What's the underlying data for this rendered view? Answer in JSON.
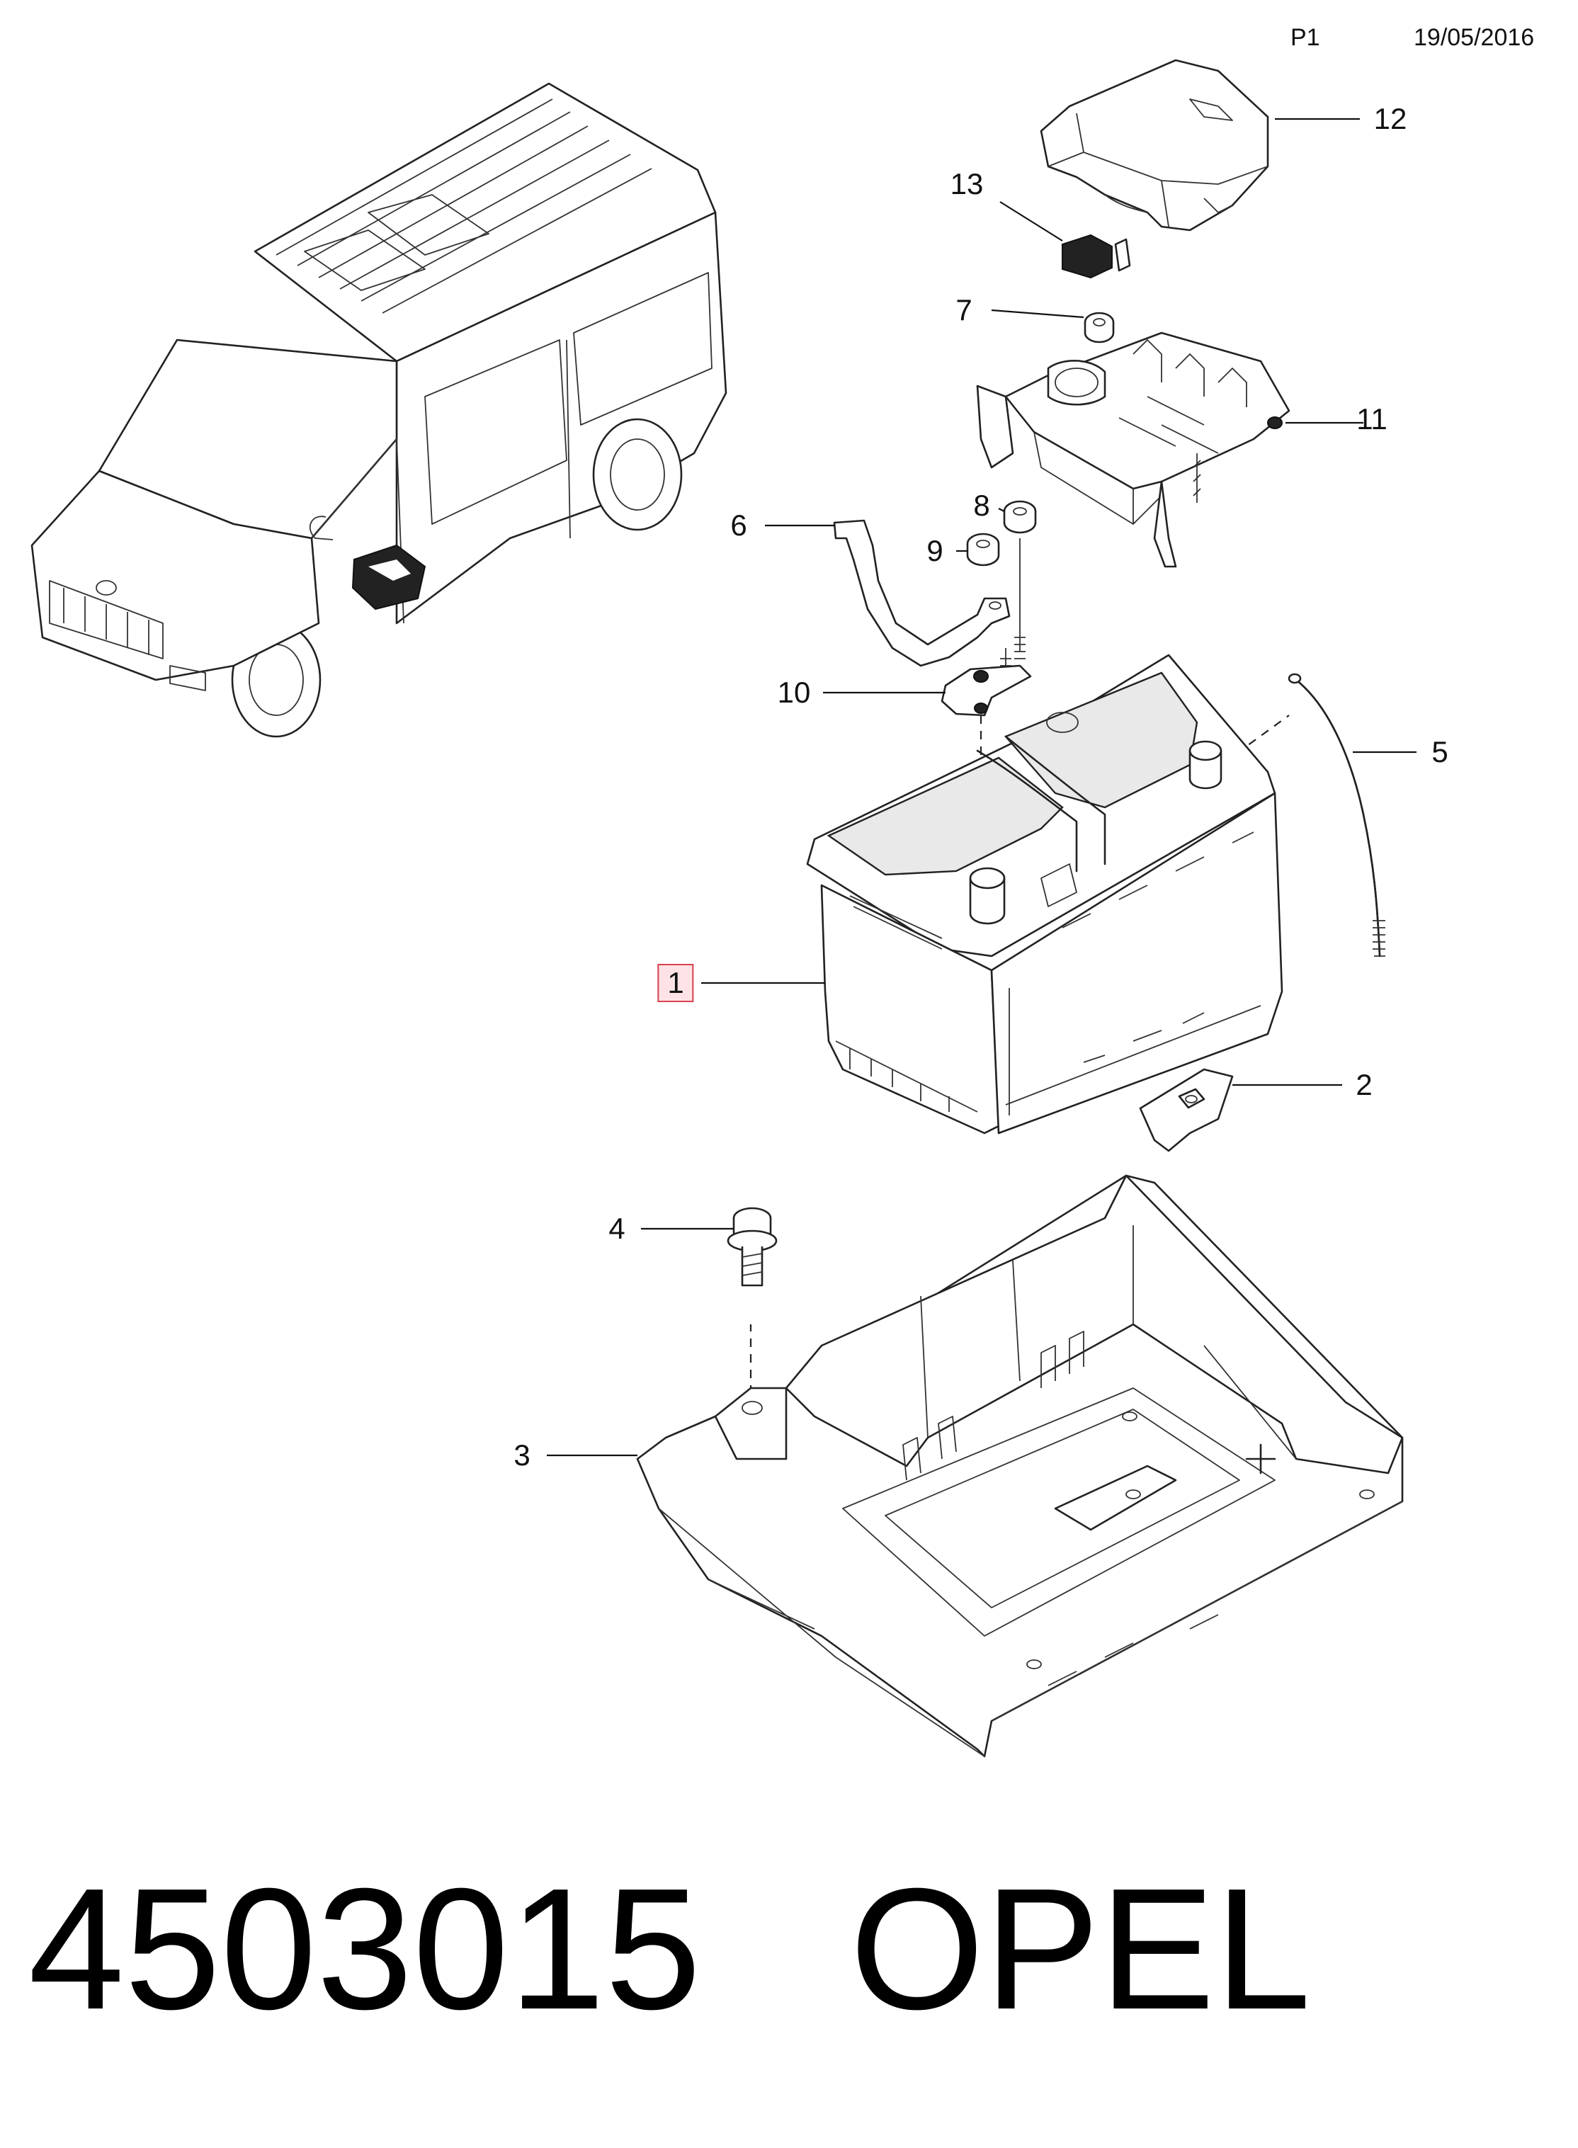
{
  "header": {
    "page_label": "P1",
    "date": "19/05/2016"
  },
  "footer": {
    "part_number": "4503015",
    "brand": "OPEL"
  },
  "callouts": [
    {
      "id": "c1",
      "label": "1",
      "highlight": true
    },
    {
      "id": "c2",
      "label": "2"
    },
    {
      "id": "c3",
      "label": "3"
    },
    {
      "id": "c4",
      "label": "4"
    },
    {
      "id": "c5",
      "label": "5"
    },
    {
      "id": "c6",
      "label": "6"
    },
    {
      "id": "c7",
      "label": "7"
    },
    {
      "id": "c8",
      "label": "8"
    },
    {
      "id": "c9",
      "label": "9"
    },
    {
      "id": "c10",
      "label": "10"
    },
    {
      "id": "c11",
      "label": "11"
    },
    {
      "id": "c12",
      "label": "12"
    },
    {
      "id": "c13",
      "label": "13"
    }
  ],
  "colors": {
    "line": "#222222",
    "highlight_fill": "#fde3e6",
    "highlight_border": "#d9414f"
  }
}
